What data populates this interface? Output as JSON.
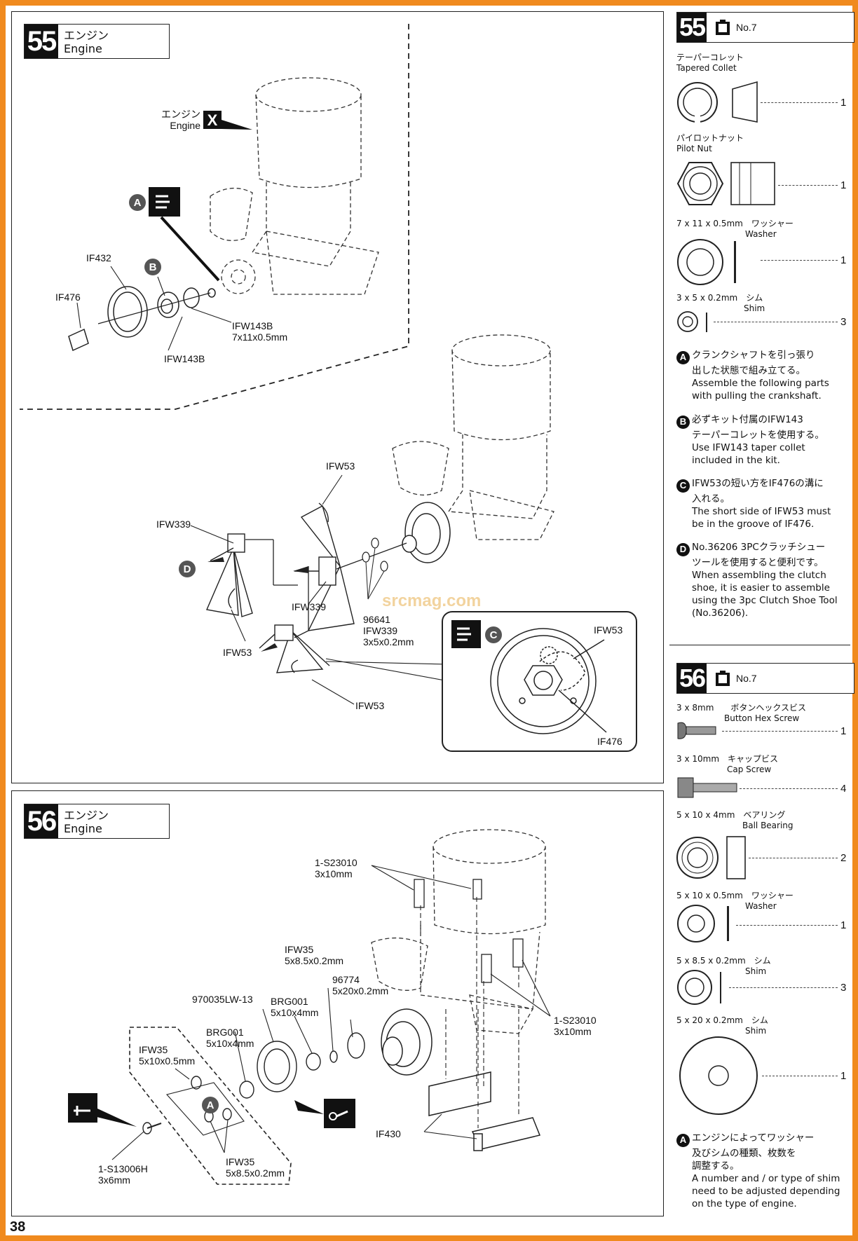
{
  "page_number": "38",
  "step55": {
    "number": "55",
    "title_jp": "エンジン",
    "title_en": "Engine",
    "engine_jp": "エンジン",
    "engine_en": "Engine",
    "engine_not_included": "X",
    "labels": {
      "if432": "IF432",
      "if476": "IF476",
      "ifw143b_a": "IFW143B",
      "ifw143b_a_size": "7x11x0.5mm",
      "ifw143b_b": "IFW143B",
      "ifw53_top": "IFW53",
      "ifw339_left": "IFW339",
      "ifw339_mid": "IFW339",
      "ifw53_left": "IFW53",
      "ifw53_bottom": "IFW53",
      "p96641": "96641",
      "ifw339_shim": "IFW339",
      "ifw339_shim_size": "3x5x0.2mm",
      "detail_ifw53": "IFW53",
      "detail_if476": "IF476"
    },
    "markers": {
      "a": "A",
      "b": "B",
      "c": "C",
      "d": "D"
    }
  },
  "step56": {
    "number": "56",
    "title_jp": "エンジン",
    "title_en": "Engine",
    "labels": {
      "s23010_top": "1-S23010",
      "s23010_top_size": "3x10mm",
      "ifw35_mid": "IFW35",
      "ifw35_mid_size": "5x8.5x0.2mm",
      "p96774": "96774",
      "p96774_size": "5x20x0.2mm",
      "lw13": "970035LW-13",
      "brg001_a": "BRG001",
      "brg001_a_size": "5x10x4mm",
      "brg001_b": "BRG001",
      "brg001_b_size": "5x10x4mm",
      "ifw35_left": "IFW35",
      "ifw35_left_size": "5x10x0.5mm",
      "ifw35_bottom": "IFW35",
      "ifw35_bottom_size": "5x8.5x0.2mm",
      "s13006h": "1-S13006H",
      "s13006h_size": "3x6mm",
      "if430": "IF430",
      "s23010_right": "1-S23010",
      "s23010_right_size": "3x10mm"
    },
    "marker_a": "A"
  },
  "sidebar55": {
    "number": "55",
    "bag": "No.7",
    "parts": [
      {
        "jp": "テーパーコレット",
        "en": "Tapered Collet",
        "qty": "1"
      },
      {
        "jp": "パイロットナット",
        "en": "Pilot Nut",
        "qty": "1"
      },
      {
        "jp": "7 x 11 x 0.5mm　ワッシャー",
        "en": "Washer",
        "qty": "1"
      },
      {
        "jp": "3 x 5 x 0.2mm　シム",
        "en": "Shim",
        "qty": "3"
      }
    ],
    "notes": [
      {
        "mark": "A",
        "lines": [
          "クランクシャフトを引っ張り",
          "出した状態で組み立てる。",
          "Assemble the following parts",
          "with pulling the crankshaft."
        ]
      },
      {
        "mark": "B",
        "lines": [
          "必ずキット付属のIFW143",
          "テーパーコレットを使用する。",
          "Use IFW143 taper collet",
          "included in the kit."
        ]
      },
      {
        "mark": "C",
        "lines": [
          "IFW53の短い方をIF476の溝に",
          "入れる。",
          "The short side of IFW53 must",
          "be in the groove of IF476."
        ]
      },
      {
        "mark": "D",
        "lines": [
          "No.36206  3PCクラッチシュー",
          "ツールを使用すると便利です。",
          "When assembling the clutch",
          "shoe, it is easier to assemble",
          "using the 3pc Clutch Shoe Tool",
          "(No.36206)."
        ]
      }
    ]
  },
  "sidebar56": {
    "number": "56",
    "bag": "No.7",
    "parts": [
      {
        "jp": "3 x 8mm　　ボタンヘックスビス",
        "en": "Button Hex Screw",
        "qty": "1"
      },
      {
        "jp": "3 x 10mm　キャップビス",
        "en": "Cap Screw",
        "qty": "4"
      },
      {
        "jp": "5 x 10 x 4mm　ベアリング",
        "en": "Ball Bearing",
        "qty": "2"
      },
      {
        "jp": "5 x 10 x 0.5mm　ワッシャー",
        "en": "Washer",
        "qty": "1"
      },
      {
        "jp": "5 x 8.5 x 0.2mm　シム",
        "en": "Shim",
        "qty": "3"
      },
      {
        "jp": "5 x 20 x 0.2mm　シム",
        "en": "Shim",
        "qty": "1"
      }
    ],
    "note": {
      "mark": "A",
      "lines": [
        "エンジンによってワッシャー",
        "及びシムの種類、枚数を",
        "調整する。",
        "A number and / or type of shim",
        "need to be adjusted depending",
        "on the type of engine."
      ]
    }
  },
  "watermark": "srcmag.com"
}
